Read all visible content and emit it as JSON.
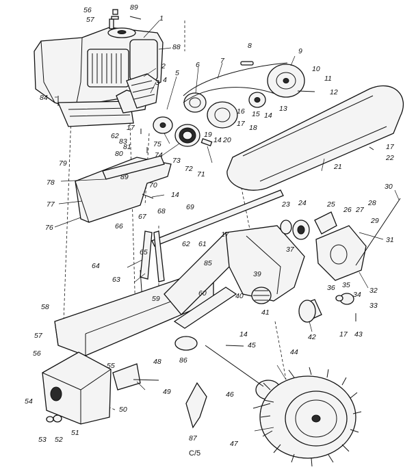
{
  "diagram": {
    "caption": "C/5",
    "callouts": [
      {
        "id": "c1",
        "text": "1"
      },
      {
        "id": "c2",
        "text": "2"
      },
      {
        "id": "c3",
        "text": "3"
      },
      {
        "id": "c4",
        "text": "4"
      },
      {
        "id": "c5",
        "text": "5"
      },
      {
        "id": "c6",
        "text": "6"
      },
      {
        "id": "c7",
        "text": "7"
      },
      {
        "id": "c8",
        "text": "8"
      },
      {
        "id": "c9",
        "text": "9"
      },
      {
        "id": "c10",
        "text": "10"
      },
      {
        "id": "c11",
        "text": "11"
      },
      {
        "id": "c12",
        "text": "12"
      },
      {
        "id": "c13",
        "text": "13"
      },
      {
        "id": "c14a",
        "text": "14"
      },
      {
        "id": "c14b",
        "text": "14"
      },
      {
        "id": "c14c",
        "text": "14"
      },
      {
        "id": "c14d",
        "text": "14"
      },
      {
        "id": "c15",
        "text": "15"
      },
      {
        "id": "c16",
        "text": "16"
      },
      {
        "id": "c17a",
        "text": "17"
      },
      {
        "id": "c17b",
        "text": "17"
      },
      {
        "id": "c17c",
        "text": "17"
      },
      {
        "id": "c17d",
        "text": "17"
      },
      {
        "id": "c17e",
        "text": "17"
      },
      {
        "id": "c18",
        "text": "18"
      },
      {
        "id": "c19",
        "text": "19"
      },
      {
        "id": "c20",
        "text": "20"
      },
      {
        "id": "c21",
        "text": "21"
      },
      {
        "id": "c22",
        "text": "22"
      },
      {
        "id": "c23",
        "text": "23"
      },
      {
        "id": "c24",
        "text": "24"
      },
      {
        "id": "c25",
        "text": "25"
      },
      {
        "id": "c26",
        "text": "26"
      },
      {
        "id": "c27",
        "text": "27"
      },
      {
        "id": "c28",
        "text": "28"
      },
      {
        "id": "c29",
        "text": "29"
      },
      {
        "id": "c30",
        "text": "30"
      },
      {
        "id": "c31",
        "text": "31"
      },
      {
        "id": "c32",
        "text": "32"
      },
      {
        "id": "c33",
        "text": "33"
      },
      {
        "id": "c34",
        "text": "34"
      },
      {
        "id": "c35",
        "text": "35"
      },
      {
        "id": "c36",
        "text": "36"
      },
      {
        "id": "c37",
        "text": "37"
      },
      {
        "id": "c39",
        "text": "39"
      },
      {
        "id": "c40",
        "text": "40"
      },
      {
        "id": "c41",
        "text": "41"
      },
      {
        "id": "c42",
        "text": "42"
      },
      {
        "id": "c43",
        "text": "43"
      },
      {
        "id": "c44",
        "text": "44"
      },
      {
        "id": "c45",
        "text": "45"
      },
      {
        "id": "c46",
        "text": "46"
      },
      {
        "id": "c47",
        "text": "47"
      },
      {
        "id": "c48",
        "text": "48"
      },
      {
        "id": "c49",
        "text": "49"
      },
      {
        "id": "c50",
        "text": "50"
      },
      {
        "id": "c51",
        "text": "51"
      },
      {
        "id": "c52",
        "text": "52"
      },
      {
        "id": "c53",
        "text": "53"
      },
      {
        "id": "c54",
        "text": "54"
      },
      {
        "id": "c55",
        "text": "55"
      },
      {
        "id": "c56a",
        "text": "56"
      },
      {
        "id": "c56b",
        "text": "56"
      },
      {
        "id": "c57a",
        "text": "57"
      },
      {
        "id": "c57b",
        "text": "57"
      },
      {
        "id": "c58",
        "text": "58"
      },
      {
        "id": "c59",
        "text": "59"
      },
      {
        "id": "c60",
        "text": "60"
      },
      {
        "id": "c61",
        "text": "61"
      },
      {
        "id": "c62a",
        "text": "62"
      },
      {
        "id": "c62b",
        "text": "62"
      },
      {
        "id": "c63",
        "text": "63"
      },
      {
        "id": "c64",
        "text": "64"
      },
      {
        "id": "c65",
        "text": "65"
      },
      {
        "id": "c66",
        "text": "66"
      },
      {
        "id": "c67",
        "text": "67"
      },
      {
        "id": "c68",
        "text": "68"
      },
      {
        "id": "c69",
        "text": "69"
      },
      {
        "id": "c70",
        "text": "70"
      },
      {
        "id": "c71",
        "text": "71"
      },
      {
        "id": "c72",
        "text": "72"
      },
      {
        "id": "c73",
        "text": "73"
      },
      {
        "id": "c74",
        "text": "74"
      },
      {
        "id": "c75",
        "text": "75"
      },
      {
        "id": "c76",
        "text": "76"
      },
      {
        "id": "c77",
        "text": "77"
      },
      {
        "id": "c78",
        "text": "78"
      },
      {
        "id": "c79",
        "text": "79"
      },
      {
        "id": "c80",
        "text": "80"
      },
      {
        "id": "c81",
        "text": "81"
      },
      {
        "id": "c83",
        "text": "83"
      },
      {
        "id": "c84",
        "text": "84"
      },
      {
        "id": "c85",
        "text": "85"
      },
      {
        "id": "c86",
        "text": "86"
      },
      {
        "id": "c87",
        "text": "87"
      },
      {
        "id": "c88",
        "text": "88"
      },
      {
        "id": "c89a",
        "text": "89"
      },
      {
        "id": "c89b",
        "text": "89"
      }
    ]
  }
}
